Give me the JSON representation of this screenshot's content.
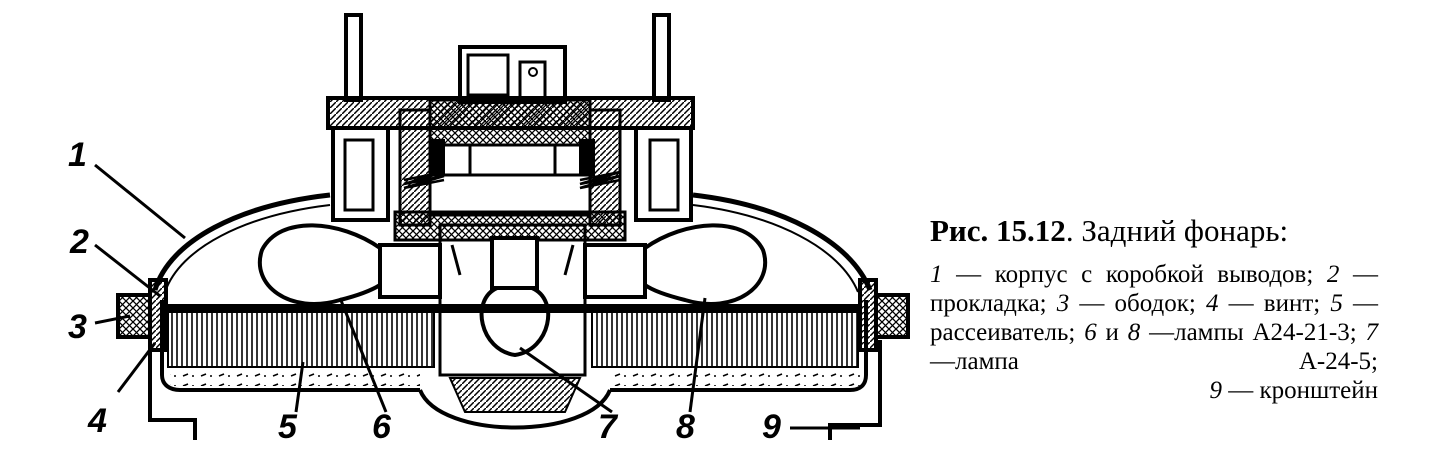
{
  "figure": {
    "number": "Рис. 15.12",
    "title": ". Задний фонарь:"
  },
  "labels": {
    "l1": "1",
    "l2": "2",
    "l3": "3",
    "l4": "4",
    "l5": "5",
    "l6": "6",
    "l7": "7",
    "l8": "8",
    "l9": "9"
  },
  "legend": {
    "n1": "1",
    "t1": " — корпус с коробкой выводов;",
    "n2": "2",
    "t2": " — прокладка; ",
    "n3": "3",
    "t3": " — ободок; ",
    "n4": "4",
    "t4": " — винт; ",
    "n5": "5",
    "t5": " — рассеиватель; ",
    "n6": "6",
    "t6": " и ",
    "n8": "8",
    "t8": " —лампы А24-21-3; ",
    "n7": "7",
    "t7": " —лампа А-24-5; ",
    "n9": "9",
    "t9": " — кронштейн"
  }
}
